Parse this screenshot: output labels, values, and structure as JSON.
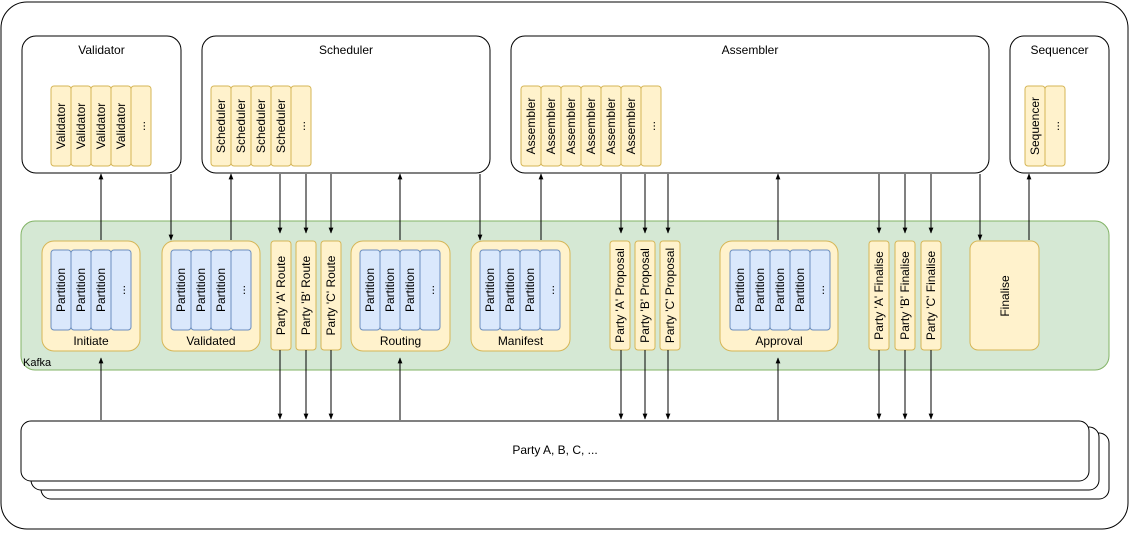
{
  "services": {
    "validator": {
      "title": "Validator",
      "cells": [
        "Validator",
        "Validator",
        "Validator",
        "Validator",
        "..."
      ]
    },
    "scheduler": {
      "title": "Scheduler",
      "cells": [
        "Scheduler",
        "Scheduler",
        "Scheduler",
        "Scheduler",
        "..."
      ]
    },
    "assembler": {
      "title": "Assembler",
      "cells": [
        "Assembler",
        "Assembler",
        "Assembler",
        "Assembler",
        "Assembler",
        "Assembler",
        "..."
      ]
    },
    "sequencer": {
      "title": "Sequencer",
      "cells": [
        "Sequencer",
        "..."
      ]
    }
  },
  "kafka": {
    "label": "Kafka",
    "topics": {
      "initiate": {
        "label": "Initiate",
        "partitions": [
          "Partition",
          "Partition",
          "Partition",
          "..."
        ]
      },
      "validated": {
        "label": "Validated",
        "partitions": [
          "Partition",
          "Partition",
          "Partition",
          "..."
        ]
      },
      "routing": {
        "label": "Routing",
        "partitions": [
          "Partition",
          "Partition",
          "Partition",
          "..."
        ]
      },
      "manifest": {
        "label": "Manifest",
        "partitions": [
          "Partition",
          "Partition",
          "Partition",
          "..."
        ]
      },
      "approval": {
        "label": "Approval",
        "partitions": [
          "Partition",
          "Partition",
          "Partition",
          "Partition",
          "..."
        ]
      },
      "finalise": {
        "label": "Finalise"
      }
    },
    "route_topics": [
      "Party 'A' Route",
      "Party 'B' Route",
      "Party 'C' Route"
    ],
    "proposal_topics": [
      "Party 'A' Proposal",
      "Party 'B' Proposal",
      "Party 'C' Proposal"
    ],
    "finalise_topics": [
      "Party 'A' Finalise",
      "Party 'B' Finalise",
      "Party 'C' Finalise"
    ]
  },
  "parties": {
    "label": "Party A, B, C, ..."
  },
  "colors": {
    "stroke": "#000000",
    "kafka_fill": "#d5e8d4",
    "kafka_stroke": "#82b366",
    "topic_fill": "#fff2cc",
    "topic_stroke": "#d6b656",
    "partition_fill": "#dae8fc",
    "partition_stroke": "#6c8ebf"
  }
}
